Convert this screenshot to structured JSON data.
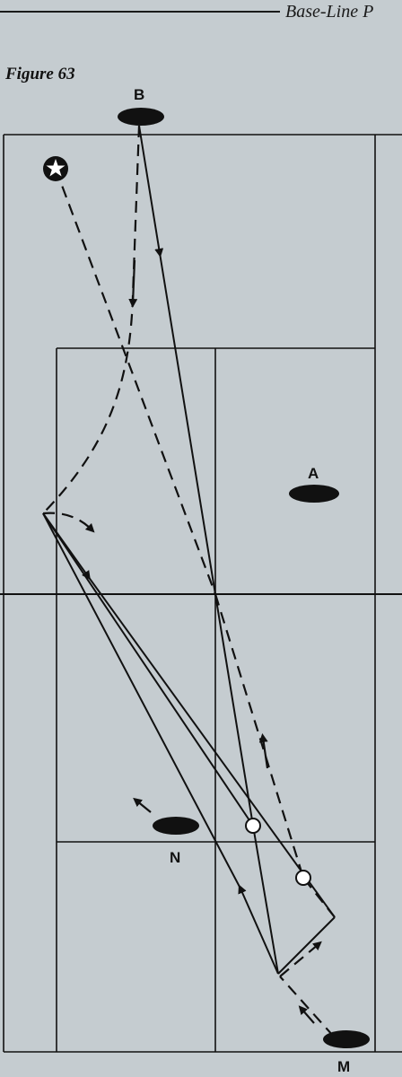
{
  "page": {
    "running_head": "Base-Line P",
    "figure_caption": "Figure 63"
  },
  "diagram": {
    "players": [
      {
        "id": "B",
        "label": "B"
      },
      {
        "id": "A",
        "label": "A"
      },
      {
        "id": "N",
        "label": "N"
      },
      {
        "id": "M",
        "label": "M"
      }
    ],
    "colors": {
      "ink": "#111111",
      "paper": "#c5ccd0"
    }
  }
}
